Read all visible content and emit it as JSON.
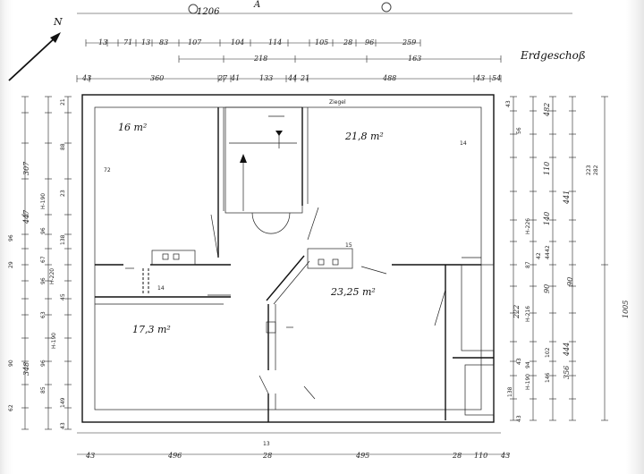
{
  "sheet": {
    "title": "Erdgeschoß",
    "top_total": "1206",
    "top_letter": "A",
    "north": "N",
    "corridor_label": "Ziegel"
  },
  "rooms": [
    {
      "id": "room-top-left",
      "area": "16 m²",
      "wall_code": "72"
    },
    {
      "id": "room-top-right",
      "area": "21,8 m²",
      "wall_code": "14"
    },
    {
      "id": "room-bottom-left",
      "area": "17,3 m²",
      "wall_code": "14"
    },
    {
      "id": "room-bottom-center",
      "area": "23,25 m²",
      "wall_code": "15"
    }
  ],
  "dims": {
    "top_row1": [
      "13",
      "71",
      "13",
      "83",
      "107",
      "104",
      "114",
      "105",
      "28",
      "96",
      "259"
    ],
    "top_row2": [
      "218",
      "163"
    ],
    "top_row3": [
      "43",
      "360",
      "27",
      "41",
      "133",
      "44",
      "21",
      "488",
      "43",
      "54"
    ],
    "bottom_row": [
      "43",
      "496",
      "28",
      "495",
      "28",
      "110",
      "43"
    ],
    "bottom_mid": "13",
    "left_outer": [
      "307",
      "447",
      "348"
    ],
    "left_inner": [
      "H-190",
      "96",
      "138",
      "96",
      "67",
      "H-220",
      "96",
      "63",
      "H-190",
      "85",
      "149"
    ],
    "left_mid": [
      "21",
      "43",
      "88",
      "23",
      "96",
      "29",
      "90",
      "45",
      "62"
    ],
    "right_outer": [
      "1005"
    ],
    "right_col1": [
      "482",
      "110",
      "140",
      "42",
      "90"
    ],
    "right_col2": [
      "H-226",
      "H-216",
      "H-190"
    ],
    "right_col3": [
      "223",
      "441",
      "356",
      "282",
      "44",
      "90",
      "146",
      "94",
      "222",
      "102",
      "444"
    ],
    "right_small": [
      "43",
      "56",
      "87",
      "42",
      "43",
      "138",
      "43"
    ]
  }
}
